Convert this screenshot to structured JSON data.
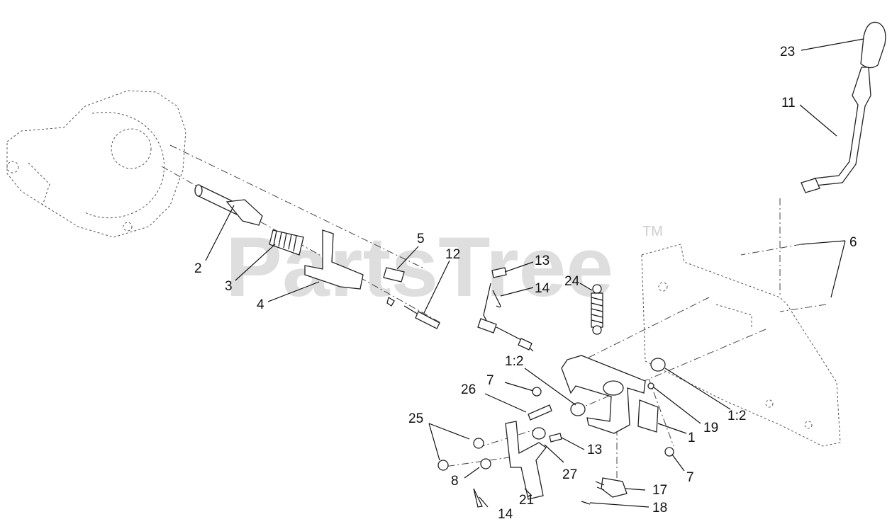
{
  "watermark": {
    "text": "PartsTree",
    "trademark": "TM"
  },
  "callouts": [
    {
      "id": "c23",
      "text": "23"
    },
    {
      "id": "c11",
      "text": "11"
    },
    {
      "id": "c6",
      "text": "6"
    },
    {
      "id": "c5",
      "text": "5"
    },
    {
      "id": "c12",
      "text": "12"
    },
    {
      "id": "c13a",
      "text": "13"
    },
    {
      "id": "c14a",
      "text": "14"
    },
    {
      "id": "c24",
      "text": "24"
    },
    {
      "id": "c2",
      "text": "2"
    },
    {
      "id": "c3",
      "text": "3"
    },
    {
      "id": "c4",
      "text": "4"
    },
    {
      "id": "c1_2a",
      "text": "1:2"
    },
    {
      "id": "c7a",
      "text": "7"
    },
    {
      "id": "c26",
      "text": "26"
    },
    {
      "id": "c25",
      "text": "25"
    },
    {
      "id": "c8",
      "text": "8"
    },
    {
      "id": "c21",
      "text": "21"
    },
    {
      "id": "c14b",
      "text": "14"
    },
    {
      "id": "c27",
      "text": "27"
    },
    {
      "id": "c13b",
      "text": "13"
    },
    {
      "id": "c1",
      "text": "1"
    },
    {
      "id": "c19",
      "text": "19"
    },
    {
      "id": "c1_2b",
      "text": "1:2"
    },
    {
      "id": "c7b",
      "text": "7"
    },
    {
      "id": "c17",
      "text": "17"
    },
    {
      "id": "c18",
      "text": "18"
    }
  ]
}
